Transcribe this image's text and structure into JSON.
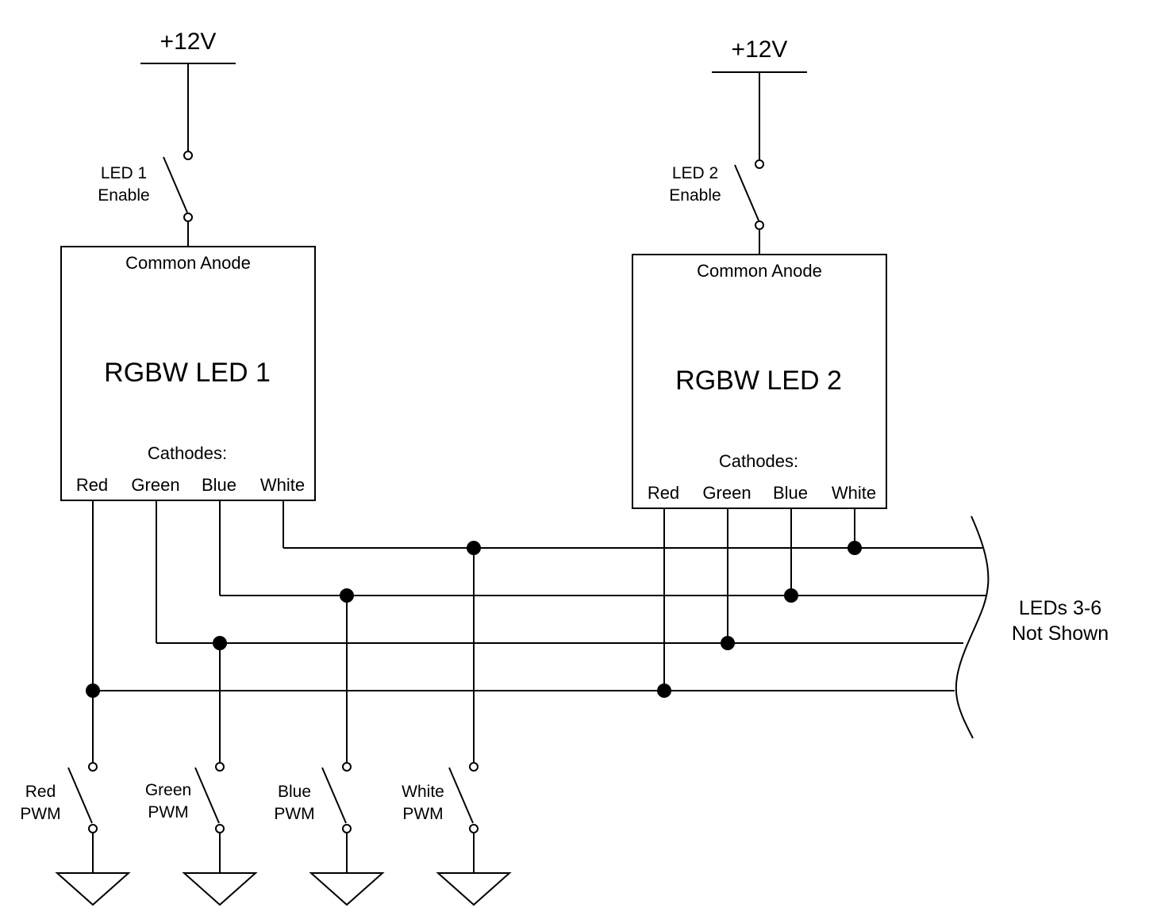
{
  "supply": {
    "label": "+12V"
  },
  "leds": [
    {
      "name": "RGBW LED 1",
      "anode_label": "Common Anode",
      "cathodes_label": "Cathodes:",
      "pins": [
        "Red",
        "Green",
        "Blue",
        "White"
      ],
      "enable_switch": [
        "LED 1",
        "Enable"
      ]
    },
    {
      "name": "RGBW LED 2",
      "anode_label": "Common Anode",
      "cathodes_label": "Cathodes:",
      "pins": [
        "Red",
        "Green",
        "Blue",
        "White"
      ],
      "enable_switch": [
        "LED 2",
        "Enable"
      ]
    }
  ],
  "pwm_switches": [
    [
      "Red",
      "PWM"
    ],
    [
      "Green",
      "PWM"
    ],
    [
      "Blue",
      "PWM"
    ],
    [
      "White",
      "PWM"
    ]
  ],
  "continuation_note": [
    "LEDs 3-6",
    "Not Shown"
  ]
}
